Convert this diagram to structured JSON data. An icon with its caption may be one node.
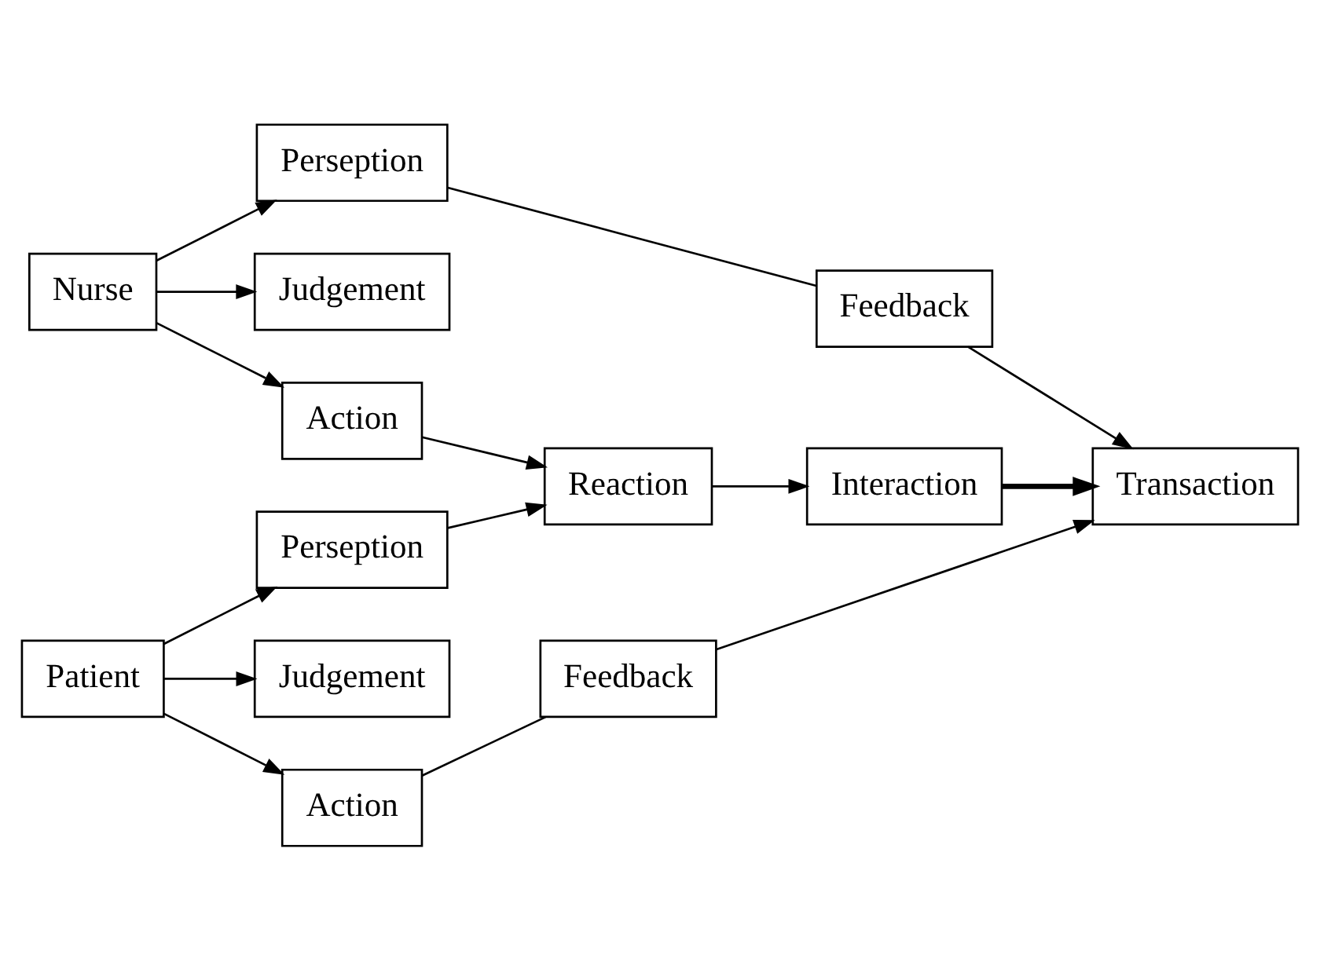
{
  "diagram": {
    "nodes": [
      {
        "text": [
          "Nurse"
        ]
      },
      {
        "text": [
          "Perseption"
        ]
      },
      {
        "text": [
          "Judgement"
        ]
      },
      {
        "text": [
          "Action"
        ]
      },
      {
        "text": [
          "Patient"
        ]
      },
      {
        "text": [
          "Perseption"
        ]
      },
      {
        "text": [
          "Judgement"
        ]
      },
      {
        "text": [
          "Action"
        ]
      },
      {
        "text": [
          "Reaction"
        ]
      },
      {
        "text": [
          "Interaction"
        ]
      },
      {
        "text": [
          "Transaction"
        ]
      },
      {
        "text": [
          "Feedback"
        ]
      },
      {
        "text": [
          "Feedback"
        ]
      }
    ],
    "edges": [
      {
        "from": 0,
        "to": 1,
        "arrow": "to"
      },
      {
        "from": 0,
        "to": 2,
        "arrow": "to"
      },
      {
        "from": 0,
        "to": 3,
        "arrow": "to"
      },
      {
        "from": 3,
        "to": 8,
        "arrow": "to"
      },
      {
        "from": 5,
        "to": 8,
        "arrow": "to"
      },
      {
        "from": 4,
        "to": 5,
        "arrow": "to"
      },
      {
        "from": 4,
        "to": 6,
        "arrow": "to"
      },
      {
        "from": 4,
        "to": 7,
        "arrow": "to"
      },
      {
        "from": 8,
        "to": 9,
        "arrow": "to"
      },
      {
        "from": 9,
        "to": 10,
        "arrow": "to",
        "style": "thick"
      },
      {
        "from": 1,
        "to": 11,
        "arrow": "none"
      },
      {
        "from": 11,
        "to": 10,
        "arrow": "to"
      },
      {
        "from": 7,
        "to": 12,
        "arrow": "none"
      },
      {
        "from": 12,
        "to": 10,
        "arrow": "to"
      }
    ]
  }
}
